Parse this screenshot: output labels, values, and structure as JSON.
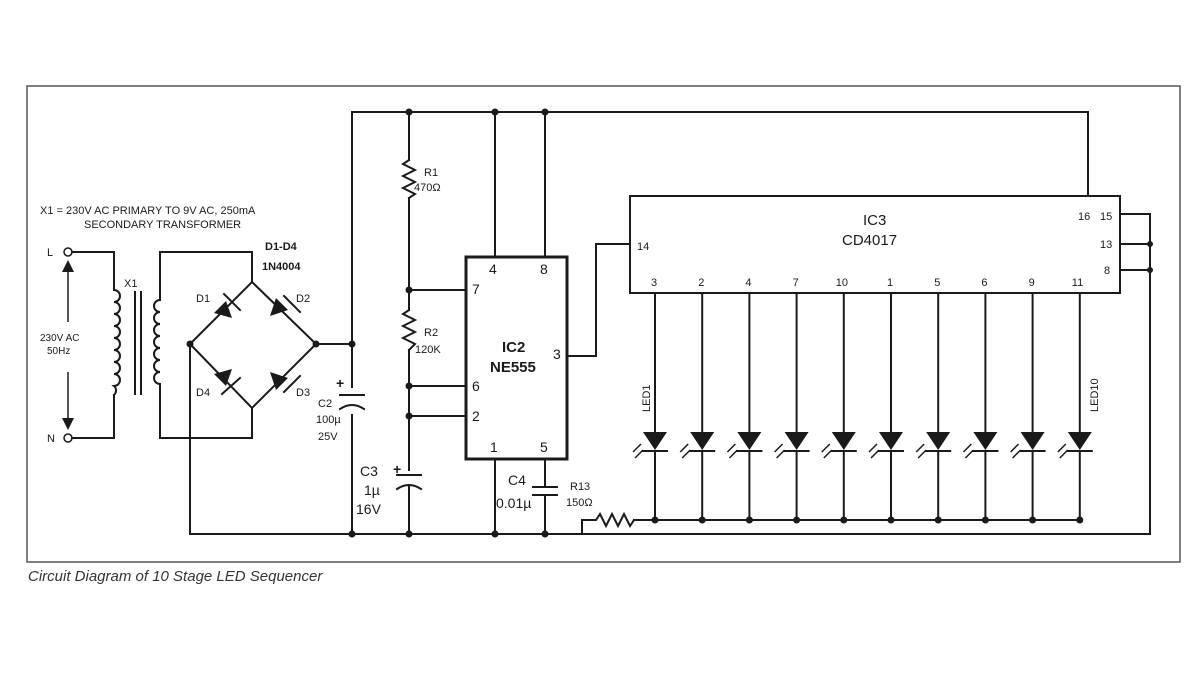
{
  "caption": "Circuit Diagram of 10 Stage LED Sequencer",
  "transformer": {
    "note_line1": "X1 = 230V AC PRIMARY TO 9V AC, 250mA",
    "note_line2": "SECONDARY TRANSFORMER",
    "ref": "X1",
    "terminal_l": "L",
    "terminal_n": "N",
    "input_line1": "230V AC",
    "input_line2": "50Hz"
  },
  "bridge": {
    "title_line1": "D1-D4",
    "title_line2": "1N4004",
    "d1": "D1",
    "d2": "D2",
    "d3": "D3",
    "d4": "D4"
  },
  "c2": {
    "ref": "C2",
    "value": "100µ",
    "voltage": "25V",
    "polarity": "+"
  },
  "c3": {
    "ref": "C3",
    "value": "1µ",
    "voltage": "16V",
    "polarity": "+"
  },
  "c4": {
    "ref": "C4",
    "value": "0.01µ"
  },
  "r1": {
    "ref": "R1",
    "value": "470Ω"
  },
  "r2": {
    "ref": "R2",
    "value": "120K"
  },
  "r13": {
    "ref": "R13",
    "value": "150Ω"
  },
  "ic2": {
    "ref": "IC2",
    "part": "NE555",
    "pins": {
      "p4": "4",
      "p8": "8",
      "p7": "7",
      "p6": "6",
      "p2": "2",
      "p1": "1",
      "p5": "5",
      "p3": "3"
    }
  },
  "ic3": {
    "ref": "IC3",
    "part": "CD4017",
    "pin_clock": "14",
    "pin_16": "16",
    "pin_15": "15",
    "pin_13": "13",
    "pin_8": "8",
    "outputs": [
      "3",
      "2",
      "4",
      "7",
      "10",
      "1",
      "5",
      "6",
      "9",
      "11"
    ]
  },
  "leds": {
    "first": "LED1",
    "last": "LED10"
  }
}
